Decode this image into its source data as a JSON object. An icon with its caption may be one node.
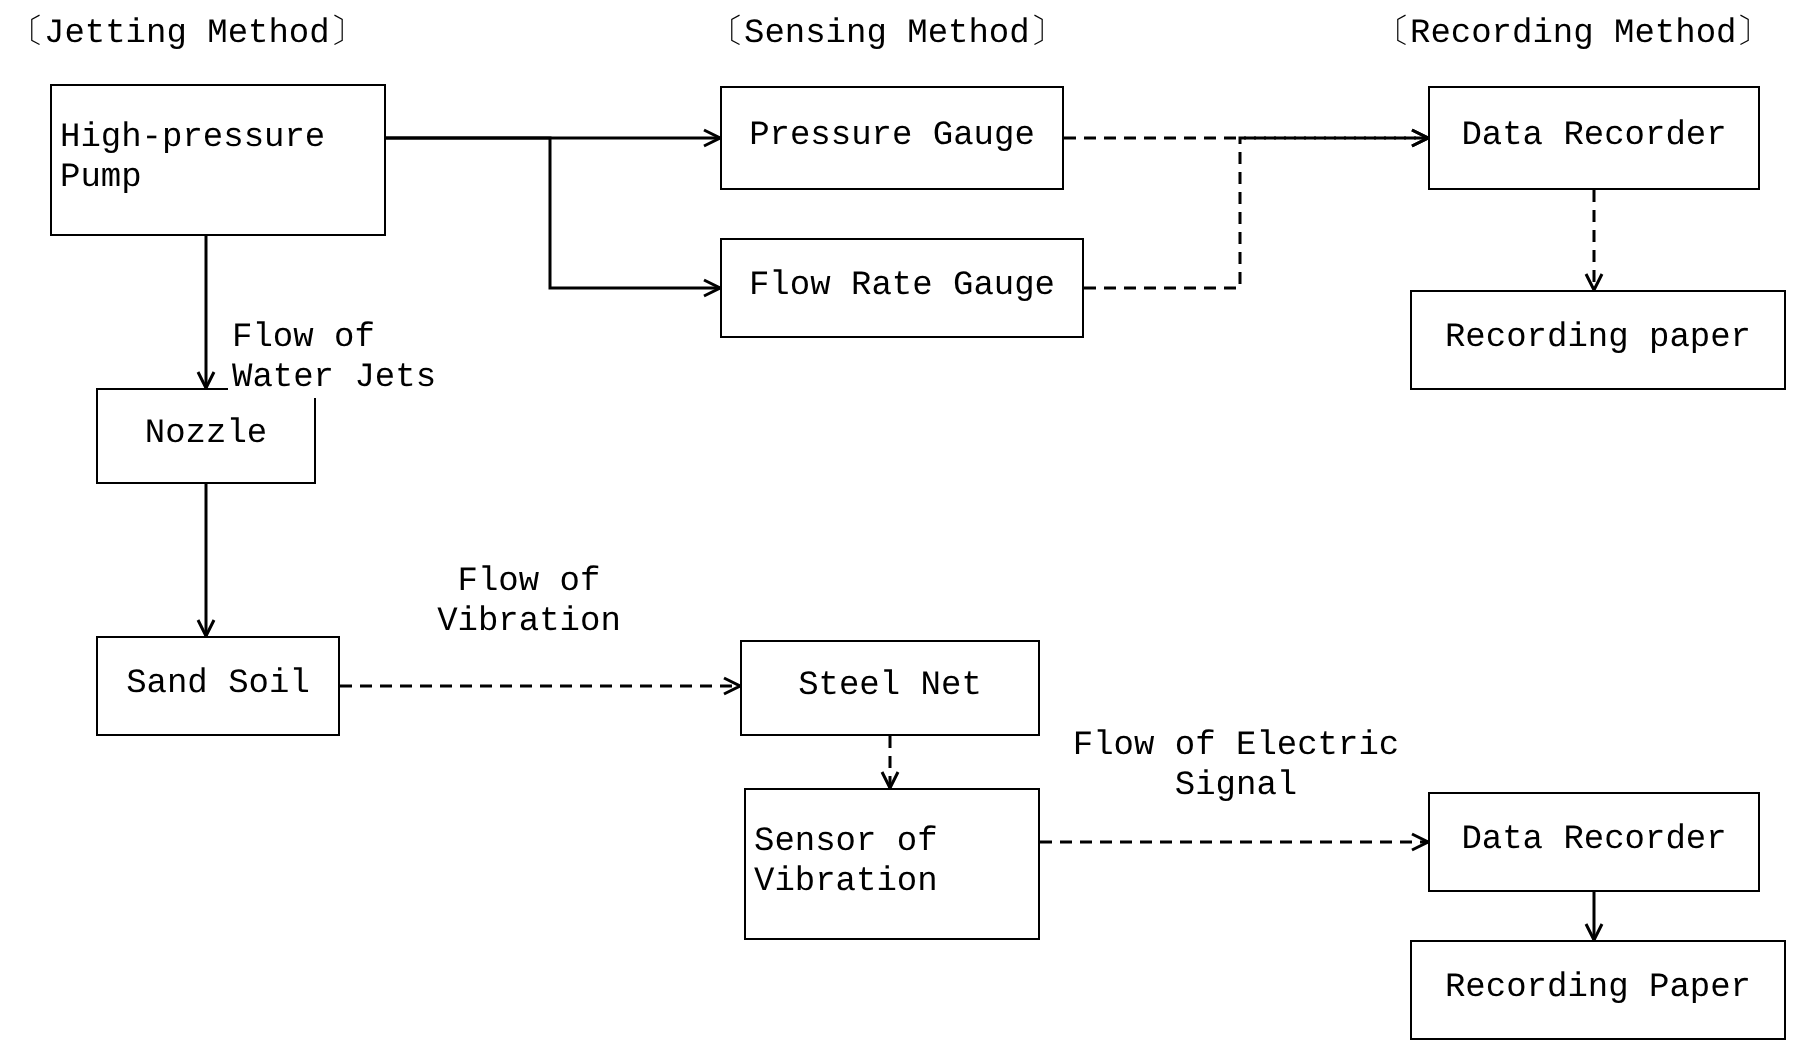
{
  "diagram": {
    "nodes": [
      {
        "text": [
          "High-pressure Pump"
        ]
      },
      {
        "text": [
          "Pressure Gauge"
        ]
      },
      {
        "text": [
          "Flow Rate Gauge"
        ]
      },
      {
        "text": [
          "Data Recorder"
        ]
      },
      {
        "text": [
          "Recording paper"
        ]
      },
      {
        "text": [
          "Nozzle"
        ]
      },
      {
        "text": [
          "Sand Soil"
        ]
      },
      {
        "text": [
          "Steel Net"
        ]
      },
      {
        "text": [
          "Sensor of Vibration"
        ]
      },
      {
        "text": [
          "Data Recorder"
        ]
      },
      {
        "text": [
          "Recording Paper"
        ]
      }
    ],
    "edges": [
      {
        "from": 0,
        "to": 1,
        "arrow": "to"
      },
      {
        "from": 0,
        "to": 2,
        "arrow": "to"
      },
      {
        "from": 0,
        "to": 5,
        "arrow": "to",
        "label": "Flow of Water Jets"
      },
      {
        "from": 1,
        "to": 3,
        "arrow": "to",
        "style": "dashed"
      },
      {
        "from": 2,
        "to": 3,
        "arrow": "to",
        "style": "dashed"
      },
      {
        "from": 3,
        "to": 4,
        "arrow": "to",
        "style": "dashed"
      },
      {
        "from": 5,
        "to": 6,
        "arrow": "to"
      },
      {
        "from": 6,
        "to": 7,
        "arrow": "to",
        "style": "dashed",
        "label": "Flow of Vibration"
      },
      {
        "from": 7,
        "to": 8,
        "arrow": "to",
        "style": "dashed"
      },
      {
        "from": 8,
        "to": 9,
        "arrow": "to",
        "style": "dashed",
        "label": "Flow of Electric Signal"
      },
      {
        "from": 9,
        "to": 10,
        "arrow": "to"
      }
    ],
    "labels": [
      "〔Jetting Method〕",
      "〔Sensing Method〕",
      "〔Recording Method〕"
    ]
  }
}
